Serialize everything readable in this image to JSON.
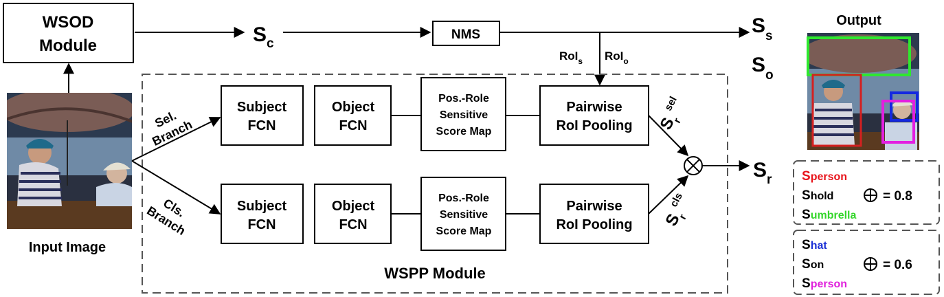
{
  "wsod": {
    "line1": "WSOD",
    "line2": "Module"
  },
  "sc": {
    "base": "S",
    "sub": "c"
  },
  "nms": "NMS",
  "roi_s": {
    "base": "RoI",
    "sub": "s"
  },
  "roi_o": {
    "base": "RoI",
    "sub": "o"
  },
  "ss": {
    "base": "S",
    "sub": "s"
  },
  "so": {
    "base": "S",
    "sub": "o"
  },
  "output_label": "Output",
  "input_label": "Input Image",
  "sel_branch": {
    "line1": "Sel.",
    "line2": "Branch"
  },
  "cls_branch": {
    "line1": "Cls.",
    "line2": "Branch"
  },
  "subject_fcn": {
    "line1": "Subject",
    "line2": "FCN"
  },
  "object_fcn": {
    "line1": "Object",
    "line2": "FCN"
  },
  "score_map": {
    "line1": "Pos.-Role",
    "line2": "Sensitive",
    "line3": "Score Map"
  },
  "pairwise": {
    "line1": "Pairwise",
    "line2": "RoI Pooling"
  },
  "sr_sel": {
    "base": "S",
    "sub": "r",
    "sup": "sel"
  },
  "sr_cls": {
    "base": "S",
    "sub": "r",
    "sup": "cls"
  },
  "sr": {
    "base": "S",
    "sub": "r"
  },
  "wspp": "WSPP Module",
  "example1": {
    "row1": {
      "s": "S",
      "word": "person",
      "color": "#e8141b"
    },
    "row2": {
      "s": "S",
      "word": "hold",
      "color": "#000000"
    },
    "row3": {
      "s": "S",
      "word": "umbrella",
      "color": "#35d62b"
    },
    "result": "= 0.8"
  },
  "example2": {
    "row1": {
      "s": "S",
      "word": "hat",
      "color": "#1a2fd6"
    },
    "row2": {
      "s": "S",
      "word": "on",
      "color": "#000000"
    },
    "row3": {
      "s": "S",
      "word": "person",
      "color": "#e020dc"
    },
    "result": "= 0.6"
  },
  "box_colors": {
    "umbrella": "#2ee82e",
    "person": "#d42020",
    "hat": "#1428e0",
    "person2": "#e31fe0"
  }
}
